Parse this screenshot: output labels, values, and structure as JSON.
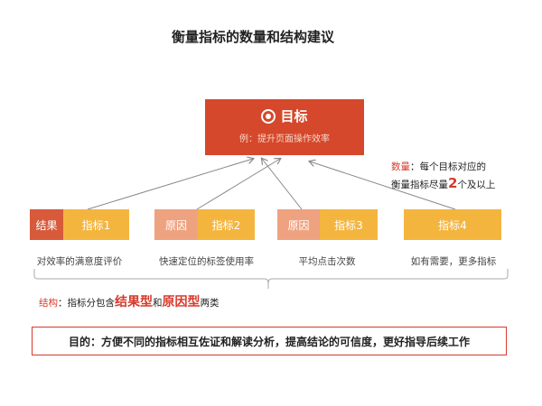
{
  "title": "衡量指标的数量和结构建议",
  "goal": {
    "label": "目标",
    "example": "例：提升页面操作效率",
    "icon": "target-icon"
  },
  "quantity": {
    "label": "数量",
    "text1": "：每个目标对应的",
    "text2a": "衡量指标尽量",
    "number": "2",
    "text2b": "个及以上"
  },
  "metrics": [
    {
      "tag": "结果",
      "name": "指标1",
      "desc": "对效率的满意度评价"
    },
    {
      "tag": "原因",
      "name": "指标2",
      "desc": "快速定位的标签使用率"
    },
    {
      "tag": "原因",
      "name": "指标3",
      "desc": "平均点击次数"
    },
    {
      "tag": "",
      "name": "指标4",
      "desc": "如有需要，更多指标"
    }
  ],
  "structure": {
    "label": "结构",
    "text1": "：指标分包含",
    "type1": "结果型",
    "mid": "和",
    "type2": "原因型",
    "end": "两类"
  },
  "purpose": "目的：方便不同的指标相互佐证和解读分析，提高结论的可信度，更好指导后续工作",
  "colors": {
    "goal": "#d5482b",
    "result": "#d75a3b",
    "cause": "#efa27f",
    "indicator": "#f4b53f",
    "accent": "#d8392b"
  }
}
